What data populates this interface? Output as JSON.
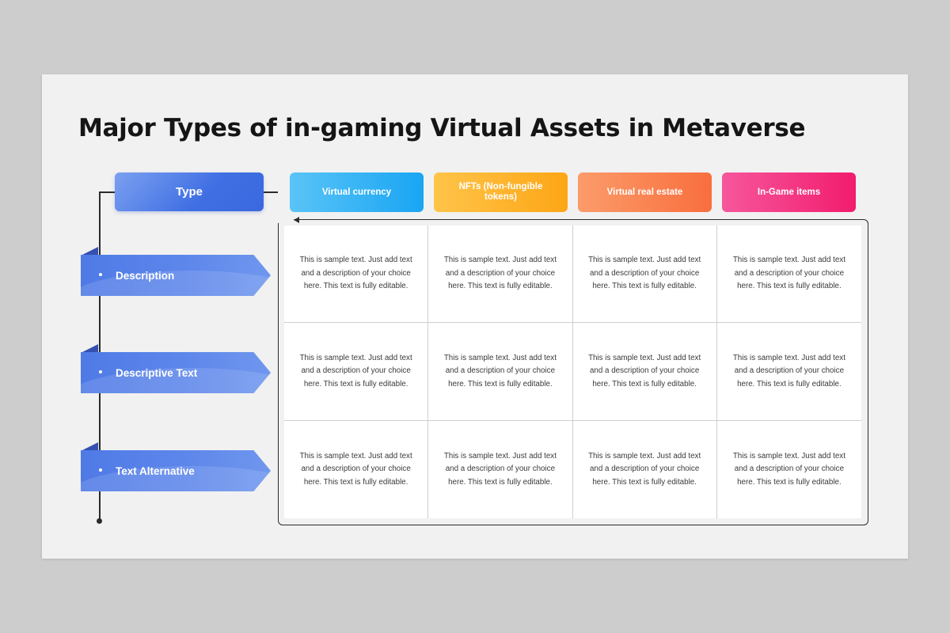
{
  "title": "Major Types of in-gaming Virtual Assets in Metaverse",
  "type_label": "Type",
  "rows": [
    {
      "label": "Description"
    },
    {
      "label": "Descriptive Text"
    },
    {
      "label": "Text Alternative"
    }
  ],
  "columns": [
    {
      "label": "Virtual currency",
      "color": "#1aa5f3"
    },
    {
      "label": "NFTs (Non-fungible tokens)",
      "color": "#fca615"
    },
    {
      "label": "Virtual real estate",
      "color": "#f96e3e"
    },
    {
      "label": "In-Game items",
      "color": "#f21c6e"
    }
  ],
  "cells": [
    [
      "This is sample text. Just add text and a description of your choice here. This text is fully editable.",
      "This is sample text. Just add text and a description of your choice here. This text is fully editable.",
      "This is sample text. Just add text and a description of your choice here. This text is fully editable.",
      "This is sample text. Just add text and a description of your choice here. This text is fully editable."
    ],
    [
      "This is sample text. Just add text and a description of your choice here. This text is fully editable.",
      "This is sample text. Just add text and a description of your choice here. This text is fully editable.",
      "This is sample text. Just add text and a description of your choice here. This text is fully editable.",
      "This is sample text. Just add text and a description of your choice here. This text is fully editable."
    ],
    [
      "This is sample text. Just add text and a description of your choice here. This text is fully editable.",
      "This is sample text. Just add text and a description of your choice here. This text is fully editable.",
      "This is sample text. Just add text and a description of your choice here. This text is fully editable.",
      "This is sample text. Just add text and a description of your choice here. This text is fully editable."
    ]
  ],
  "colors": {
    "ribbon": "#4f7ae6",
    "type_box": "#3f6fe3",
    "background": "#cdcdcd",
    "slide": "#f1f1f1"
  }
}
